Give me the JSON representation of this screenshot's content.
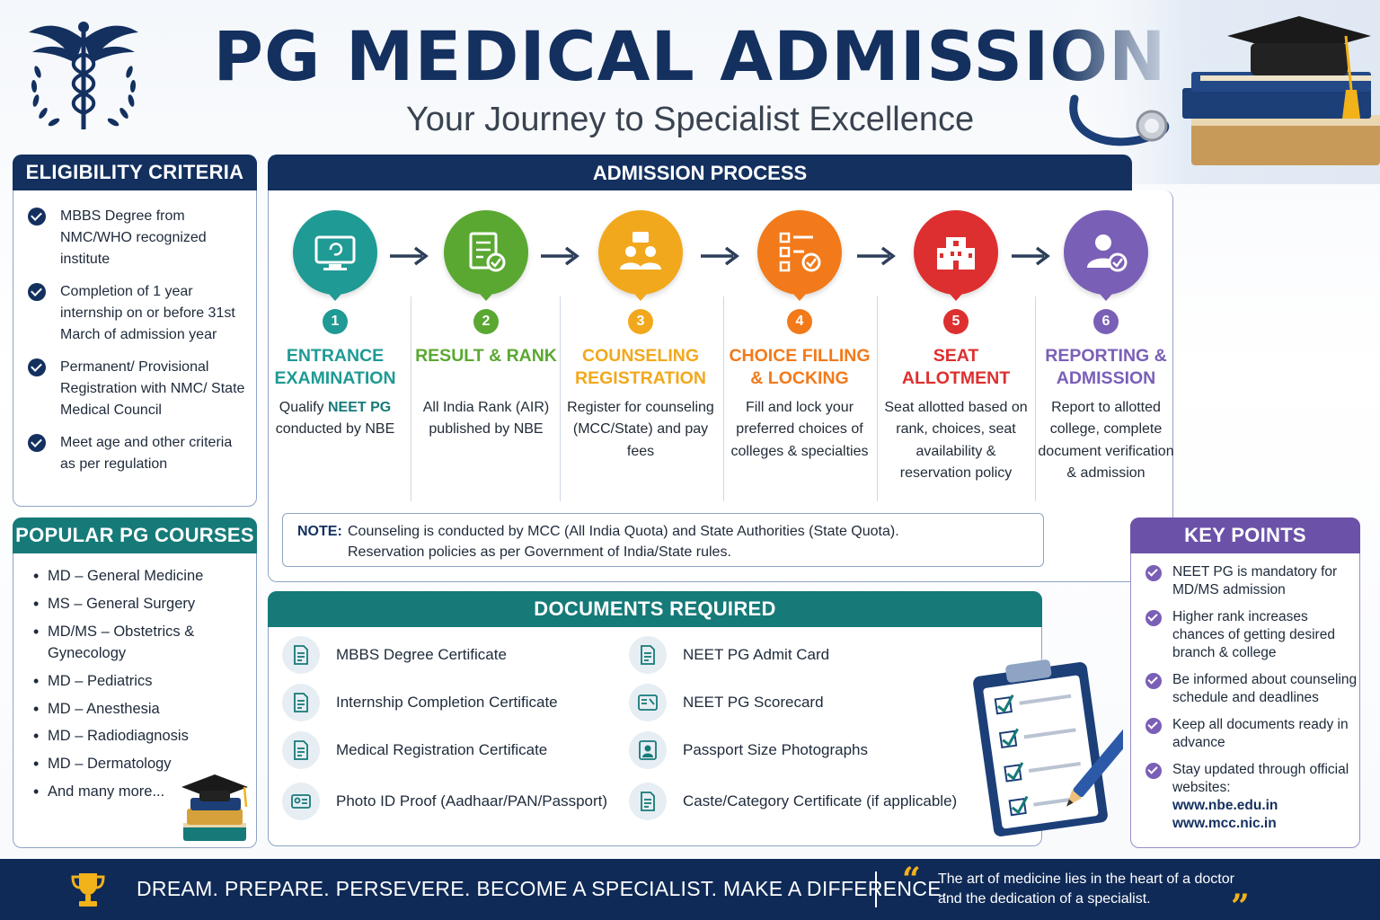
{
  "header": {
    "title": "PG MEDICAL ADMISSION",
    "subtitle": "Your Journey to Specialist Excellence"
  },
  "eligibility": {
    "title": "ELIGIBILITY CRITERIA",
    "items": [
      "MBBS Degree from NMC/WHO recognized institute",
      "Completion of 1 year internship on or before 31st March of admission year",
      "Permanent/ Provisional Registration with NMC/ State Medical Council",
      "Meet age and other criteria as per regulation"
    ]
  },
  "process": {
    "title": "ADMISSION PROCESS",
    "steps": [
      {
        "num": "1",
        "title": "ENTRANCE EXAMINATION",
        "desc_pre": "Qualify ",
        "desc_hl": "NEET PG",
        "desc": " conducted by NBE",
        "color": "#1f9a94",
        "icon": "monitor-icon"
      },
      {
        "num": "2",
        "title": "RESULT & RANK",
        "desc_pre": "",
        "desc_hl": "",
        "desc": "All India Rank (AIR) published by NBE",
        "color": "#5aa832",
        "icon": "result-document-icon"
      },
      {
        "num": "3",
        "title": "COUNSELING REGISTRATION",
        "desc_pre": "",
        "desc_hl": "",
        "desc": "Register for counseling (MCC/State) and pay fees",
        "color": "#f2a81d",
        "icon": "counseling-people-icon"
      },
      {
        "num": "4",
        "title": "CHOICE FILLING & LOCKING",
        "desc_pre": "",
        "desc_hl": "",
        "desc": "Fill and lock your preferred choices of colleges & specialties",
        "color": "#f27a1a",
        "icon": "checklist-icon"
      },
      {
        "num": "5",
        "title": "SEAT ALLOTMENT",
        "desc_pre": "",
        "desc_hl": "",
        "desc": "Seat allotted based on rank, choices, seat availability & reservation policy",
        "color": "#dd2f2f",
        "icon": "hospital-building-icon"
      },
      {
        "num": "6",
        "title": "REPORTING & ADMISSION",
        "desc_pre": "",
        "desc_hl": "",
        "desc": "Report to allotted college, complete document verification & admission",
        "color": "#7a5fb7",
        "icon": "user-verified-icon"
      }
    ],
    "note_label": "NOTE:",
    "note_line1": "Counseling is conducted by MCC (All India Quota) and State Authorities (State Quota).",
    "note_line2": "Reservation policies as per Government of India/State rules."
  },
  "courses": {
    "title": "POPULAR PG COURSES",
    "items": [
      "MD – General Medicine",
      "MS – General Surgery",
      "MD/MS – Obstetrics & Gynecology",
      "MD – Pediatrics",
      "MD – Anesthesia",
      "MD – Radiodiagnosis",
      "MD – Dermatology",
      "And many more..."
    ]
  },
  "documents": {
    "title": "DOCUMENTS REQUIRED",
    "left": [
      "MBBS Degree Certificate",
      "Internship Completion Certificate",
      "Medical Registration Certificate",
      "Photo ID Proof (Aadhaar/PAN/Passport)"
    ],
    "right": [
      "NEET PG Admit Card",
      "NEET PG Scorecard",
      "Passport Size Photographs",
      "Caste/Category Certificate (if applicable)"
    ]
  },
  "key_points": {
    "title": "KEY POINTS",
    "items": [
      "NEET PG is mandatory for MD/MS admission",
      "Higher rank increases chances of getting desired branch & college",
      "Be informed about counseling schedule and deadlines",
      "Keep all documents ready in advance",
      "Stay updated through official websites:"
    ],
    "links": [
      "www.nbe.edu.in",
      "www.mcc.nic.in"
    ]
  },
  "footer": {
    "slogan": "DREAM. PREPARE. PERSEVERE. BECOME A SPECIALIST. MAKE A DIFFERENCE.",
    "quote_line1": "The art of medicine lies in the heart of a doctor",
    "quote_line2": "and the dedication of a specialist."
  },
  "colors": {
    "navy": "#13305f",
    "teal": "#167a78",
    "purple": "#6b52a8",
    "gold": "#f2b21a"
  }
}
